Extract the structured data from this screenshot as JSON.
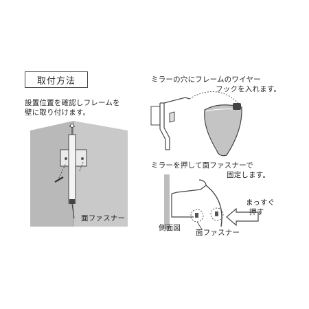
{
  "title": "取付方法",
  "step1": {
    "line1": "設置位置を確認しフレームを",
    "line2": "壁に取り付けます。",
    "label_fastener": "面ファスナー"
  },
  "step2": {
    "line1": "ミラーの穴にフレームのワイヤー",
    "line2": "フックを入れます。"
  },
  "step3": {
    "line1": "ミラーを押して面ファスナーで",
    "line2": "固定します。",
    "label_push_1": "まっすぐ",
    "label_push_2": "押す",
    "label_side_view": "側面図",
    "label_fastener": "面ファスナー"
  },
  "colors": {
    "wall": "#b9b9b9",
    "wall_light": "#c9c9c9",
    "mirror": "#c4c4c4",
    "line": "#333333"
  }
}
